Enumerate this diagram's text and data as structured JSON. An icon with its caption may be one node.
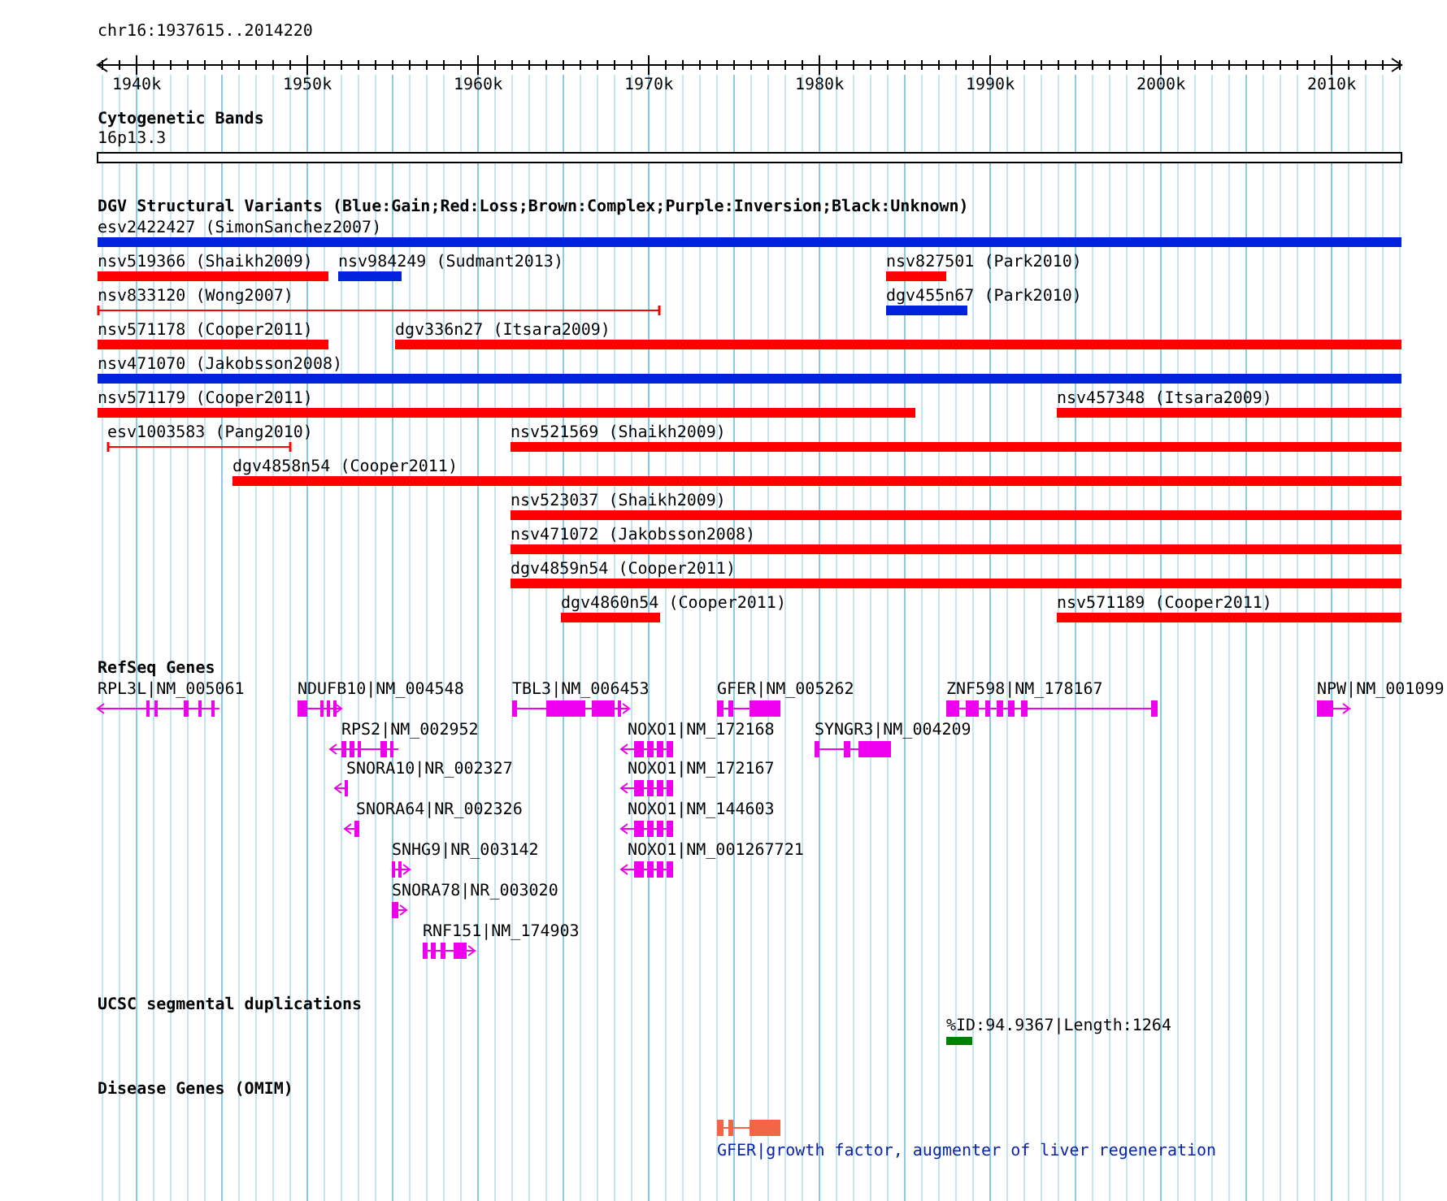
{
  "diagram": {
    "labels": [
      "chr16:1937615..2014220",
      "1940k",
      "1950k",
      "1960k",
      "1970k",
      "1980k",
      "1990k",
      "2000k",
      "2010k",
      "Cytogenetic Bands",
      "16p13.3",
      "DGV Structural Variants (Blue:Gain;Red:Loss;Brown:Complex;Purple:Inversion;Black:Unknown)",
      "esv2422427 (SimonSanchez2007)",
      "nsv519366 (Shaikh2009)",
      "nsv984249 (Sudmant2013)",
      "nsv827501 (Park2010)",
      "nsv833120 (Wong2007)",
      "dgv455n67 (Park2010)",
      "nsv571178 (Cooper2011)",
      "dgv336n27 (Itsara2009)",
      "nsv471070 (Jakobsson2008)",
      "nsv571179 (Cooper2011)",
      "nsv457348 (Itsara2009)",
      "esv1003583 (Pang2010)",
      "nsv521569 (Shaikh2009)",
      "dgv4858n54 (Cooper2011)",
      "nsv523037 (Shaikh2009)",
      "nsv471072 (Jakobsson2008)",
      "dgv4859n54 (Cooper2011)",
      "dgv4860n54 (Cooper2011)",
      "nsv571189 (Cooper2011)",
      "RefSeq Genes",
      "RPL3L|NM_005061",
      "NDUFB10|NM_004548",
      "TBL3|NM_006453",
      "GFER|NM_005262",
      "ZNF598|NM_178167",
      "NPW|NM_001099",
      "RPS2|NM_002952",
      "NOXO1|NM_172168",
      "SYNGR3|NM_004209",
      "SNORA10|NR_002327",
      "NOXO1|NM_172167",
      "SNORA64|NR_002326",
      "NOXO1|NM_144603",
      "SNHG9|NR_003142",
      "NOXO1|NM_001267721",
      "SNORA78|NR_003020",
      "RNF151|NM_174903",
      "UCSC segmental duplications",
      "%ID:94.9367|Length:1264",
      "Disease Genes (OMIM)",
      "GFER|growth factor, augmenter of liver regeneration"
    ]
  }
}
